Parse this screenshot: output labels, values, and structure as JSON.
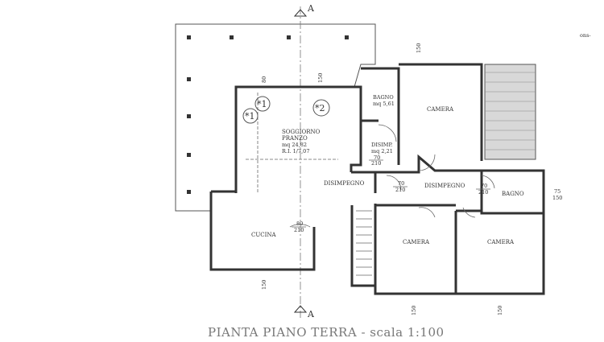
{
  "title": "PIANTA PIANO TERRA - scala 1:100",
  "corner_note": "ons-",
  "section_marker": "A",
  "rooms": {
    "soggiorno": "SOGGIORNO",
    "pranzo": "PRANZO",
    "soggiorno_area": "mq 24,82",
    "soggiorno_ri": "R.I. 1/7,07",
    "bagno_top": "BAGNO",
    "bagno_top_area": "mq 5,61",
    "disimp_small": "DISIMP.",
    "disimp_small_area": "mq 2,21",
    "camera_top": "CAMERA",
    "disimpegno_main": "DISIMPEGNO",
    "disimpegno_right": "DISIMPEGNO",
    "bagno_right": "BAGNO",
    "cucina": "CUCINA",
    "camera_bl": "CAMERA",
    "camera_br": "CAMERA"
  },
  "markers": [
    "*1",
    "*1",
    "*2"
  ],
  "dimensions": {
    "door_70": "70",
    "door_80": "80",
    "door_h": "210",
    "win_150": "150",
    "win_80": "80",
    "win_75": "75"
  }
}
